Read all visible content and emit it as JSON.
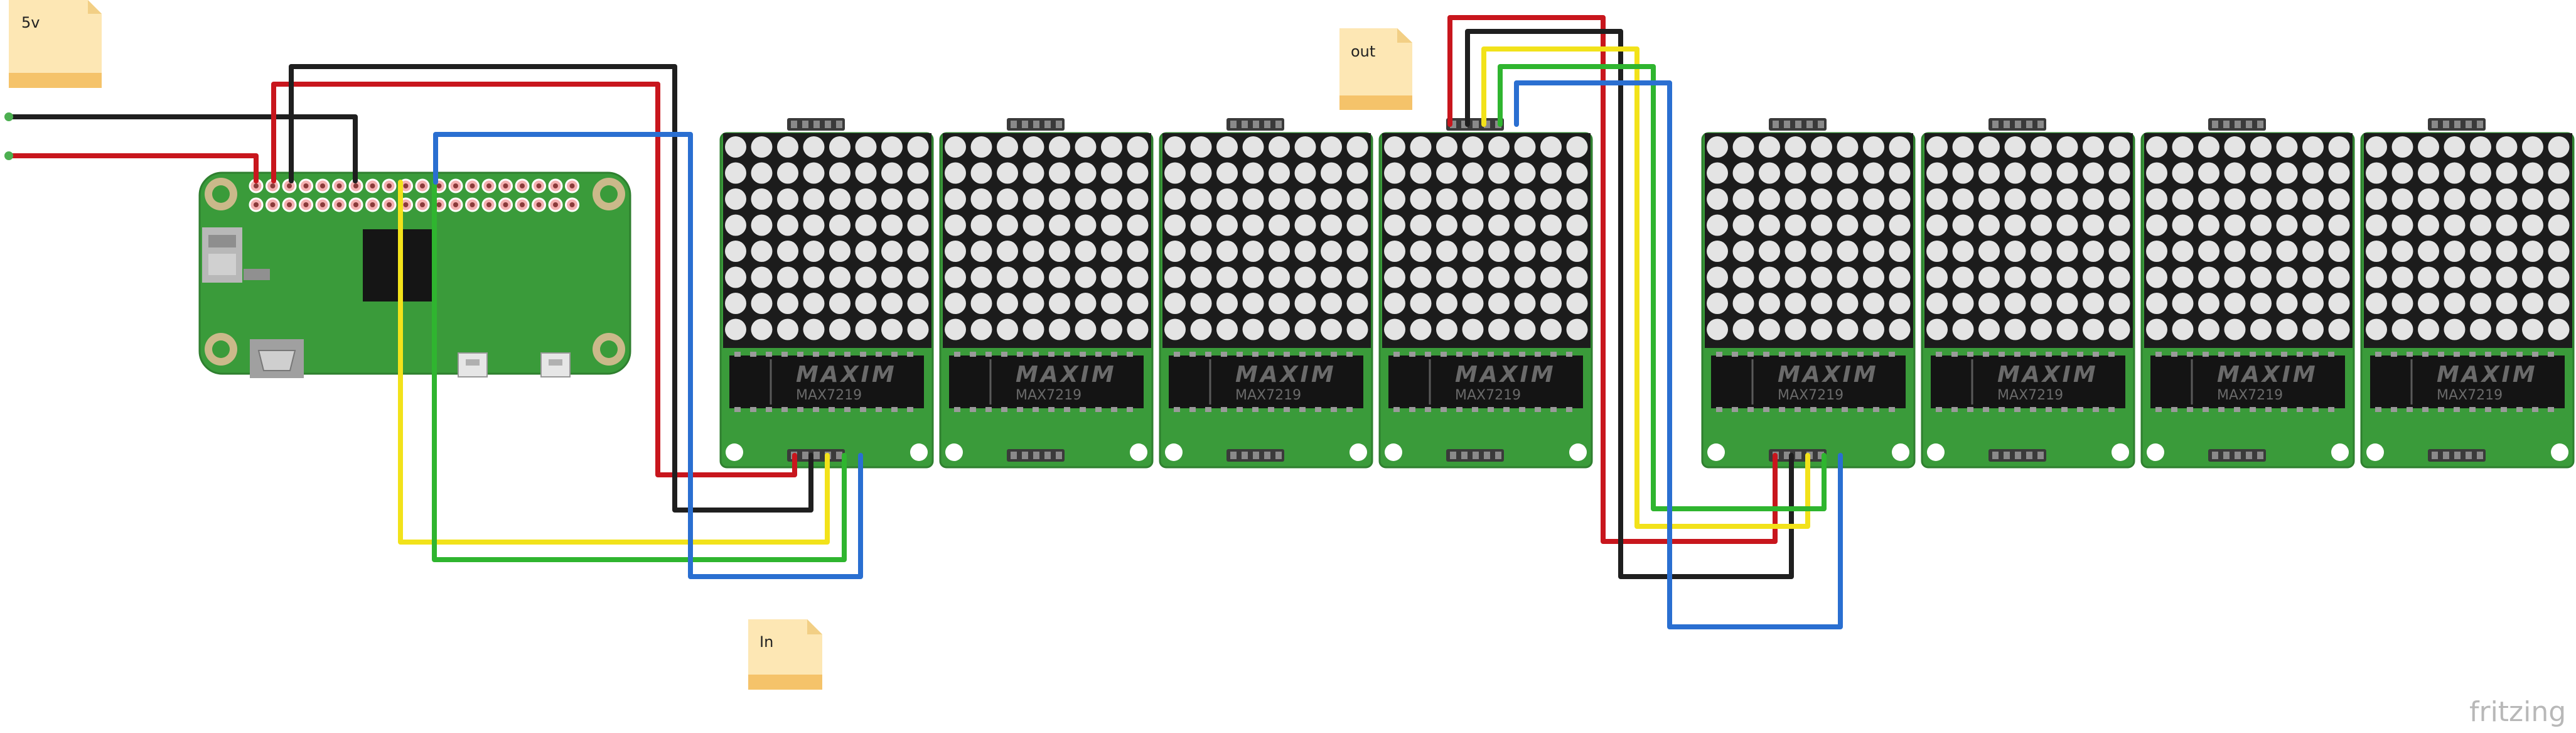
{
  "notes": {
    "power": "5v",
    "output": "out",
    "input": "In"
  },
  "module": {
    "brand": "MAXIM",
    "part": "MAX7219",
    "matrix_rows": 8,
    "matrix_cols": 8,
    "count": 8
  },
  "watermark": "fritzing",
  "colors": {
    "pcb_green": "#3a9b3a",
    "pcb_green_dark": "#2f7f2f",
    "led_off": "#e4e4e4",
    "matrix_bg": "#1c1c1c",
    "wire_red": "#c8161d",
    "wire_black": "#1f1f1f",
    "wire_yellow": "#f2e21a",
    "wire_green": "#2fb52f",
    "wire_blue": "#2a6fd1",
    "note_bg": "#fde7b4",
    "note_band": "#f5c36a"
  }
}
